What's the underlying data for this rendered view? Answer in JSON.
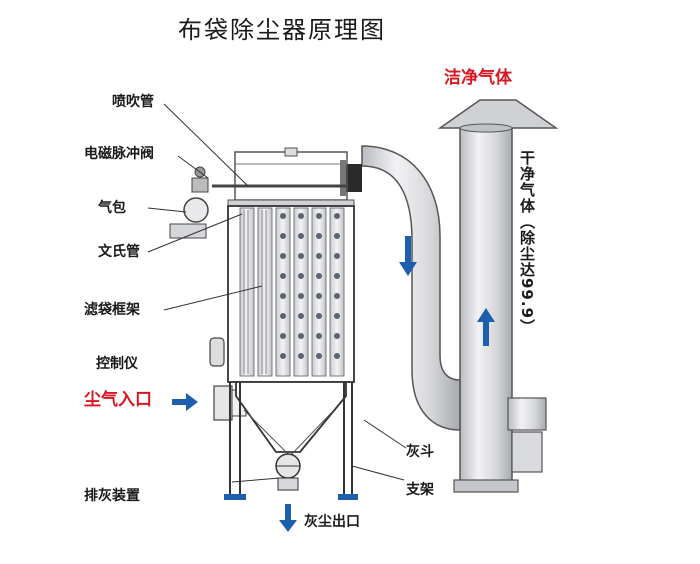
{
  "title": "布袋除尘器原理图",
  "labels": {
    "nozzle_pipe": "喷吹管",
    "solenoid_valve": "电磁脉冲阀",
    "air_bag": "气包",
    "venturi": "文氏管",
    "filter_frame": "滤袋框架",
    "controller": "控制仪",
    "dust_inlet": "尘气入口",
    "ash_hopper": "灰斗",
    "support": "支架",
    "discharge_device": "排灰装置",
    "dust_outlet": "灰尘出口",
    "clean_gas": "洁净气体",
    "clean_gas_vertical": "干净气体（除尘达99.9）"
  },
  "colors": {
    "arrow_blue": "#1d5fae",
    "label_red": "#d7171f",
    "pipe_gray": "#d8d8da",
    "outline": "#333333"
  }
}
